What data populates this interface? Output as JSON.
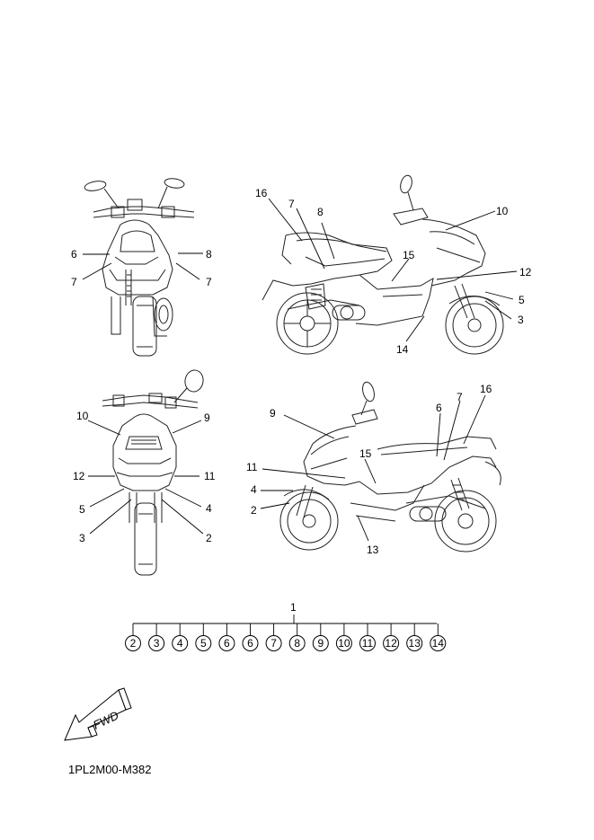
{
  "diagram_code": "1PL2M00-M382",
  "fwd_label": "FWD",
  "views": {
    "rear_view": {
      "callouts": [
        "6",
        "8",
        "7",
        "7"
      ]
    },
    "right_side_view": {
      "callouts": [
        "16",
        "7",
        "8",
        "10",
        "15",
        "12",
        "5",
        "3",
        "14"
      ]
    },
    "front_view": {
      "callouts": [
        "10",
        "9",
        "12",
        "11",
        "5",
        "4",
        "3",
        "2"
      ]
    },
    "left_side_view": {
      "callouts": [
        "9",
        "6",
        "7",
        "16",
        "11",
        "15",
        "4",
        "2",
        "13"
      ]
    }
  },
  "parts_tree": {
    "root": "1",
    "children": [
      "2",
      "3",
      "4",
      "5",
      "6",
      "6",
      "7",
      "8",
      "9",
      "10",
      "11",
      "12",
      "13",
      "14"
    ]
  }
}
